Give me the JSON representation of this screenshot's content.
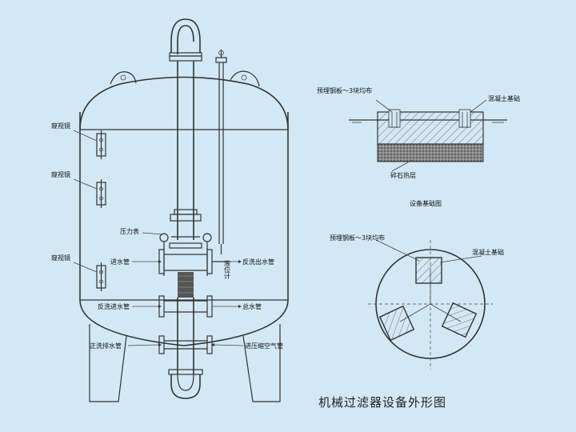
{
  "title": "机械过滤器设备外形图",
  "vessel_labels": {
    "sight_glass_1": "窥视镜",
    "sight_glass_2": "窥视镜",
    "sight_glass_3": "窥视镜",
    "pressure_gauge": "压力表",
    "inlet_pipe": "进水管",
    "backwash_outlet": "反洗出水管",
    "backwash_inlet": "反洗进水管",
    "main_outlet": "总水管",
    "forward_drain": "正洗排水管",
    "compressed_air": "进压缩空气管",
    "level_gauge": "液位计"
  },
  "foundation_side": {
    "embedded_plate": "预埋钢板～3块均布",
    "concrete": "混凝土基础",
    "gravel": "碎石热层",
    "caption": "设备基础图"
  },
  "foundation_plan": {
    "embedded_plate": "预埋钢板～3块均布",
    "concrete": "混凝土基础"
  }
}
